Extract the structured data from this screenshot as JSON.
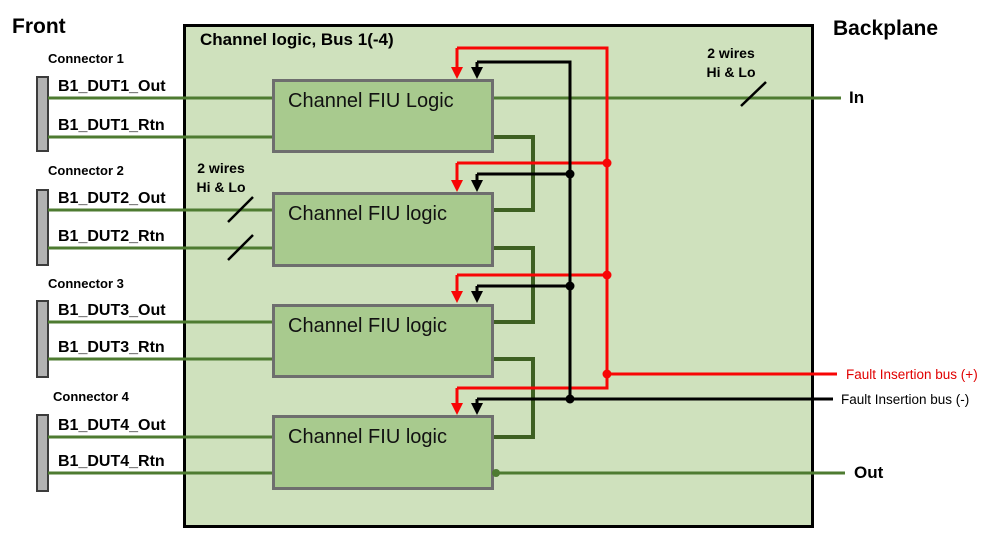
{
  "labels": {
    "front": "Front",
    "backplane": "Backplane",
    "box_title": "Channel logic, Bus 1(-4)",
    "in": "In",
    "out": "Out",
    "fault_plus": "Fault Insertion bus (+)",
    "fault_minus": "Fault Insertion bus (-)",
    "two_wires_front_line1": "2 wires",
    "two_wires_front_line2": "Hi & Lo",
    "two_wires_back_line1": "2 wires",
    "two_wires_back_line2": "Hi & Lo"
  },
  "connectors": [
    {
      "label": "Connector 1",
      "out_label": "B1_DUT1_Out",
      "rtn_label": "B1_DUT1_Rtn"
    },
    {
      "label": "Connector 2",
      "out_label": "B1_DUT2_Out",
      "rtn_label": "B1_DUT2_Rtn"
    },
    {
      "label": "Connector 3",
      "out_label": "B1_DUT3_Out",
      "rtn_label": "B1_DUT3_Rtn"
    },
    {
      "label": "Connector 4",
      "out_label": "B1_DUT4_Out",
      "rtn_label": "B1_DUT4_Rtn"
    }
  ],
  "blocks": [
    {
      "label": "Channel FIU Logic"
    },
    {
      "label": "Channel FIU logic"
    },
    {
      "label": "Channel FIU logic"
    },
    {
      "label": "Channel FIU logic"
    }
  ],
  "colors": {
    "box_green": "#cfe1bd",
    "block_green": "#a8ca8e",
    "block_border": "#6e6e6e",
    "connector_fill": "#b2b2b2",
    "connector_border": "#3c3c3c",
    "wire_green": "#4e7b31",
    "chain_green": "#3e6022",
    "bus_red": "#f80505",
    "bus_black": "#000000",
    "fault_plus_text": "#e00000"
  }
}
